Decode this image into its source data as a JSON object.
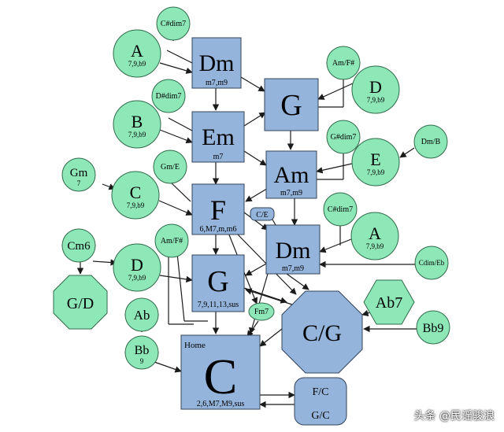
{
  "colors": {
    "box": "#94b4dc",
    "circle": "#8ee7b7",
    "line": "#1a1a1a"
  },
  "boxes": {
    "dm1": {
      "chord": "Dm",
      "ext": "m7,m9"
    },
    "g1": {
      "chord": "G",
      "ext": ""
    },
    "em": {
      "chord": "Em",
      "ext": "m7"
    },
    "am": {
      "chord": "Am",
      "ext": "m7,m9"
    },
    "f": {
      "chord": "F",
      "ext": "6,M7,m,m6"
    },
    "dm2": {
      "chord": "Dm",
      "ext": "m7,m9"
    },
    "g2": {
      "chord": "G",
      "ext": "7,9,11,13,sus"
    },
    "c": {
      "chord": "C",
      "ext": "2,6,M7,M9,sus",
      "home": "Home"
    },
    "fc_gc": {
      "top": "F/C",
      "bottom": "G/C"
    }
  },
  "circles": {
    "a1": {
      "chord": "A",
      "ext": "7,9,b9"
    },
    "b": {
      "chord": "B",
      "ext": "7,9,b9"
    },
    "c2": {
      "chord": "C",
      "ext": "7,9,b9"
    },
    "d1": {
      "chord": "D",
      "ext": "7,9,b9"
    },
    "e": {
      "chord": "E",
      "ext": "7,9,b9"
    },
    "a2": {
      "chord": "A",
      "ext": "7,9,b9"
    },
    "d2": {
      "chord": "D",
      "ext": "7,9,b9"
    },
    "gm": {
      "chord": "Gm",
      "ext": "7"
    },
    "cm6": {
      "chord": "Cm6"
    },
    "ab": {
      "chord": "Ab"
    },
    "bb": {
      "chord": "Bb",
      "ext": "9"
    },
    "bb9": {
      "chord": "Bb9"
    },
    "csdim1": {
      "chord": "C#dim7"
    },
    "dsdim": {
      "chord": "D#dim7"
    },
    "gme": {
      "chord": "Gm/E"
    },
    "amfs1": {
      "chord": "Am/F#"
    },
    "gsdim": {
      "chord": "G#dim7"
    },
    "dmb": {
      "chord": "Dm/B"
    },
    "csdim2": {
      "chord": "C#dim7"
    },
    "cdim": {
      "chord": "Cdim/Eb"
    },
    "amfs2": {
      "chord": "Am/F#"
    },
    "fm7": {
      "chord": "Fm7"
    },
    "ce": {
      "chord": "C/E"
    }
  },
  "octagons": {
    "gd": {
      "chord": "G/D"
    },
    "cg": {
      "chord": "C/G"
    }
  },
  "hexagons": {
    "ab7": {
      "chord": "Ab7"
    }
  },
  "watermark": "头条 @民谣骏浪"
}
